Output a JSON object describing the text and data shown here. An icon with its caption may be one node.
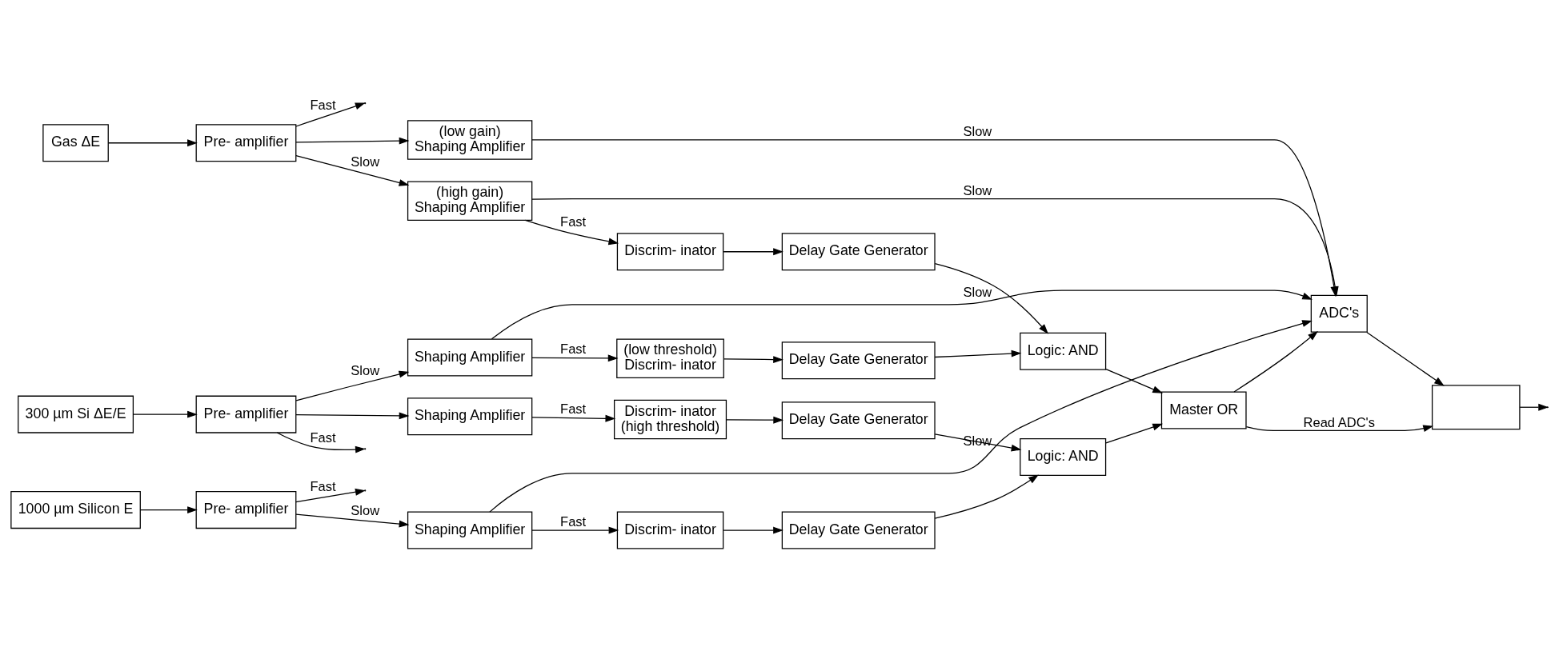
{
  "diagram": {
    "nodes": [
      {
        "text": [
          "Gas ΔE"
        ]
      },
      {
        "text": [
          "Pre- amplifier"
        ]
      },
      {
        "text": [
          "(high gain)",
          "Shaping Amplifier"
        ]
      },
      {
        "text": [
          "(low gain)",
          "Shaping Amplifier"
        ]
      },
      {
        "text": [
          "Discrim- inator"
        ]
      },
      {
        "text": [
          "Delay Gate Generator"
        ]
      },
      {
        "text": [
          "Logic: AND"
        ]
      },
      {
        "text": [
          "(low threshold)",
          "Discrim- inator"
        ]
      },
      {
        "text": [
          "Delay Gate Generator"
        ]
      },
      {
        "text": [
          "Master OR"
        ]
      },
      {
        "text": [
          "300 µm Si ΔE/E"
        ]
      },
      {
        "text": [
          "Pre- amplifier"
        ]
      },
      {
        "text": [
          "Shaping Amplifier"
        ]
      },
      {
        "text": [
          "ADC's"
        ]
      },
      {
        "text": [],
        "shape": "box"
      },
      {
        "text": [
          "Shaping Amplifier"
        ]
      },
      {
        "text": [
          "Discrim- inator",
          "(high threshold)"
        ]
      },
      {
        "text": [
          "Delay Gate Generator"
        ]
      },
      {
        "text": [
          "Logic: AND"
        ]
      },
      {
        "text": [
          "1000 µm Silicon E"
        ]
      },
      {
        "text": [
          "Pre- amplifier"
        ]
      },
      {
        "text": [
          "Shaping Amplifier"
        ]
      },
      {
        "text": [
          "Discrim- inator"
        ]
      },
      {
        "text": [
          "Delay Gate Generator"
        ]
      }
    ],
    "edges": [
      {
        "from": 0,
        "to": 1,
        "arrow": "to"
      },
      {
        "from": 1,
        "to": 2,
        "arrow": "to",
        "label": "Slow"
      },
      {
        "from": 1,
        "to": 3,
        "arrow": "to"
      },
      {
        "from": 1,
        "to": null,
        "arrow": "to",
        "label": "Fast"
      },
      {
        "from": 2,
        "to": 4,
        "arrow": "to",
        "label": "Fast"
      },
      {
        "from": 2,
        "to": 13,
        "arrow": "to",
        "label": "Slow"
      },
      {
        "from": 3,
        "to": 13,
        "arrow": "to",
        "label": "Slow"
      },
      {
        "from": 4,
        "to": 5,
        "arrow": "to"
      },
      {
        "from": 5,
        "to": 6,
        "arrow": "to"
      },
      {
        "from": 6,
        "to": 9,
        "arrow": "to"
      },
      {
        "from": 7,
        "to": 8,
        "arrow": "to"
      },
      {
        "from": 8,
        "to": 6,
        "arrow": "to"
      },
      {
        "from": 10,
        "to": 11,
        "arrow": "to"
      },
      {
        "from": 11,
        "to": 12,
        "arrow": "to",
        "label": "Slow"
      },
      {
        "from": 11,
        "to": 15,
        "arrow": "to"
      },
      {
        "from": 11,
        "to": null,
        "arrow": "to",
        "label": "Fast"
      },
      {
        "from": 12,
        "to": 7,
        "arrow": "to",
        "label": "Fast"
      },
      {
        "from": 12,
        "to": 13,
        "arrow": "to",
        "label": "Slow"
      },
      {
        "from": 15,
        "to": 16,
        "arrow": "to",
        "label": "Fast"
      },
      {
        "from": 16,
        "to": 17,
        "arrow": "to"
      },
      {
        "from": 17,
        "to": 18,
        "arrow": "to"
      },
      {
        "from": 18,
        "to": 9,
        "arrow": "to"
      },
      {
        "from": 19,
        "to": 20,
        "arrow": "to"
      },
      {
        "from": 20,
        "to": 21,
        "arrow": "to",
        "label": "Slow"
      },
      {
        "from": 20,
        "to": null,
        "arrow": "to",
        "label": "Fast"
      },
      {
        "from": 21,
        "to": 13,
        "arrow": "to",
        "label": "Slow"
      },
      {
        "from": 21,
        "to": 22,
        "arrow": "to",
        "label": "Fast"
      },
      {
        "from": 22,
        "to": 23,
        "arrow": "to"
      },
      {
        "from": 23,
        "to": 18,
        "arrow": "to"
      },
      {
        "from": 9,
        "to": 13,
        "arrow": "to"
      },
      {
        "from": 9,
        "to": 14,
        "arrow": "to",
        "label": "Read ADC's"
      },
      {
        "from": 13,
        "to": 14,
        "arrow": "to"
      },
      {
        "from": 14,
        "to": null,
        "arrow": "to"
      }
    ]
  }
}
